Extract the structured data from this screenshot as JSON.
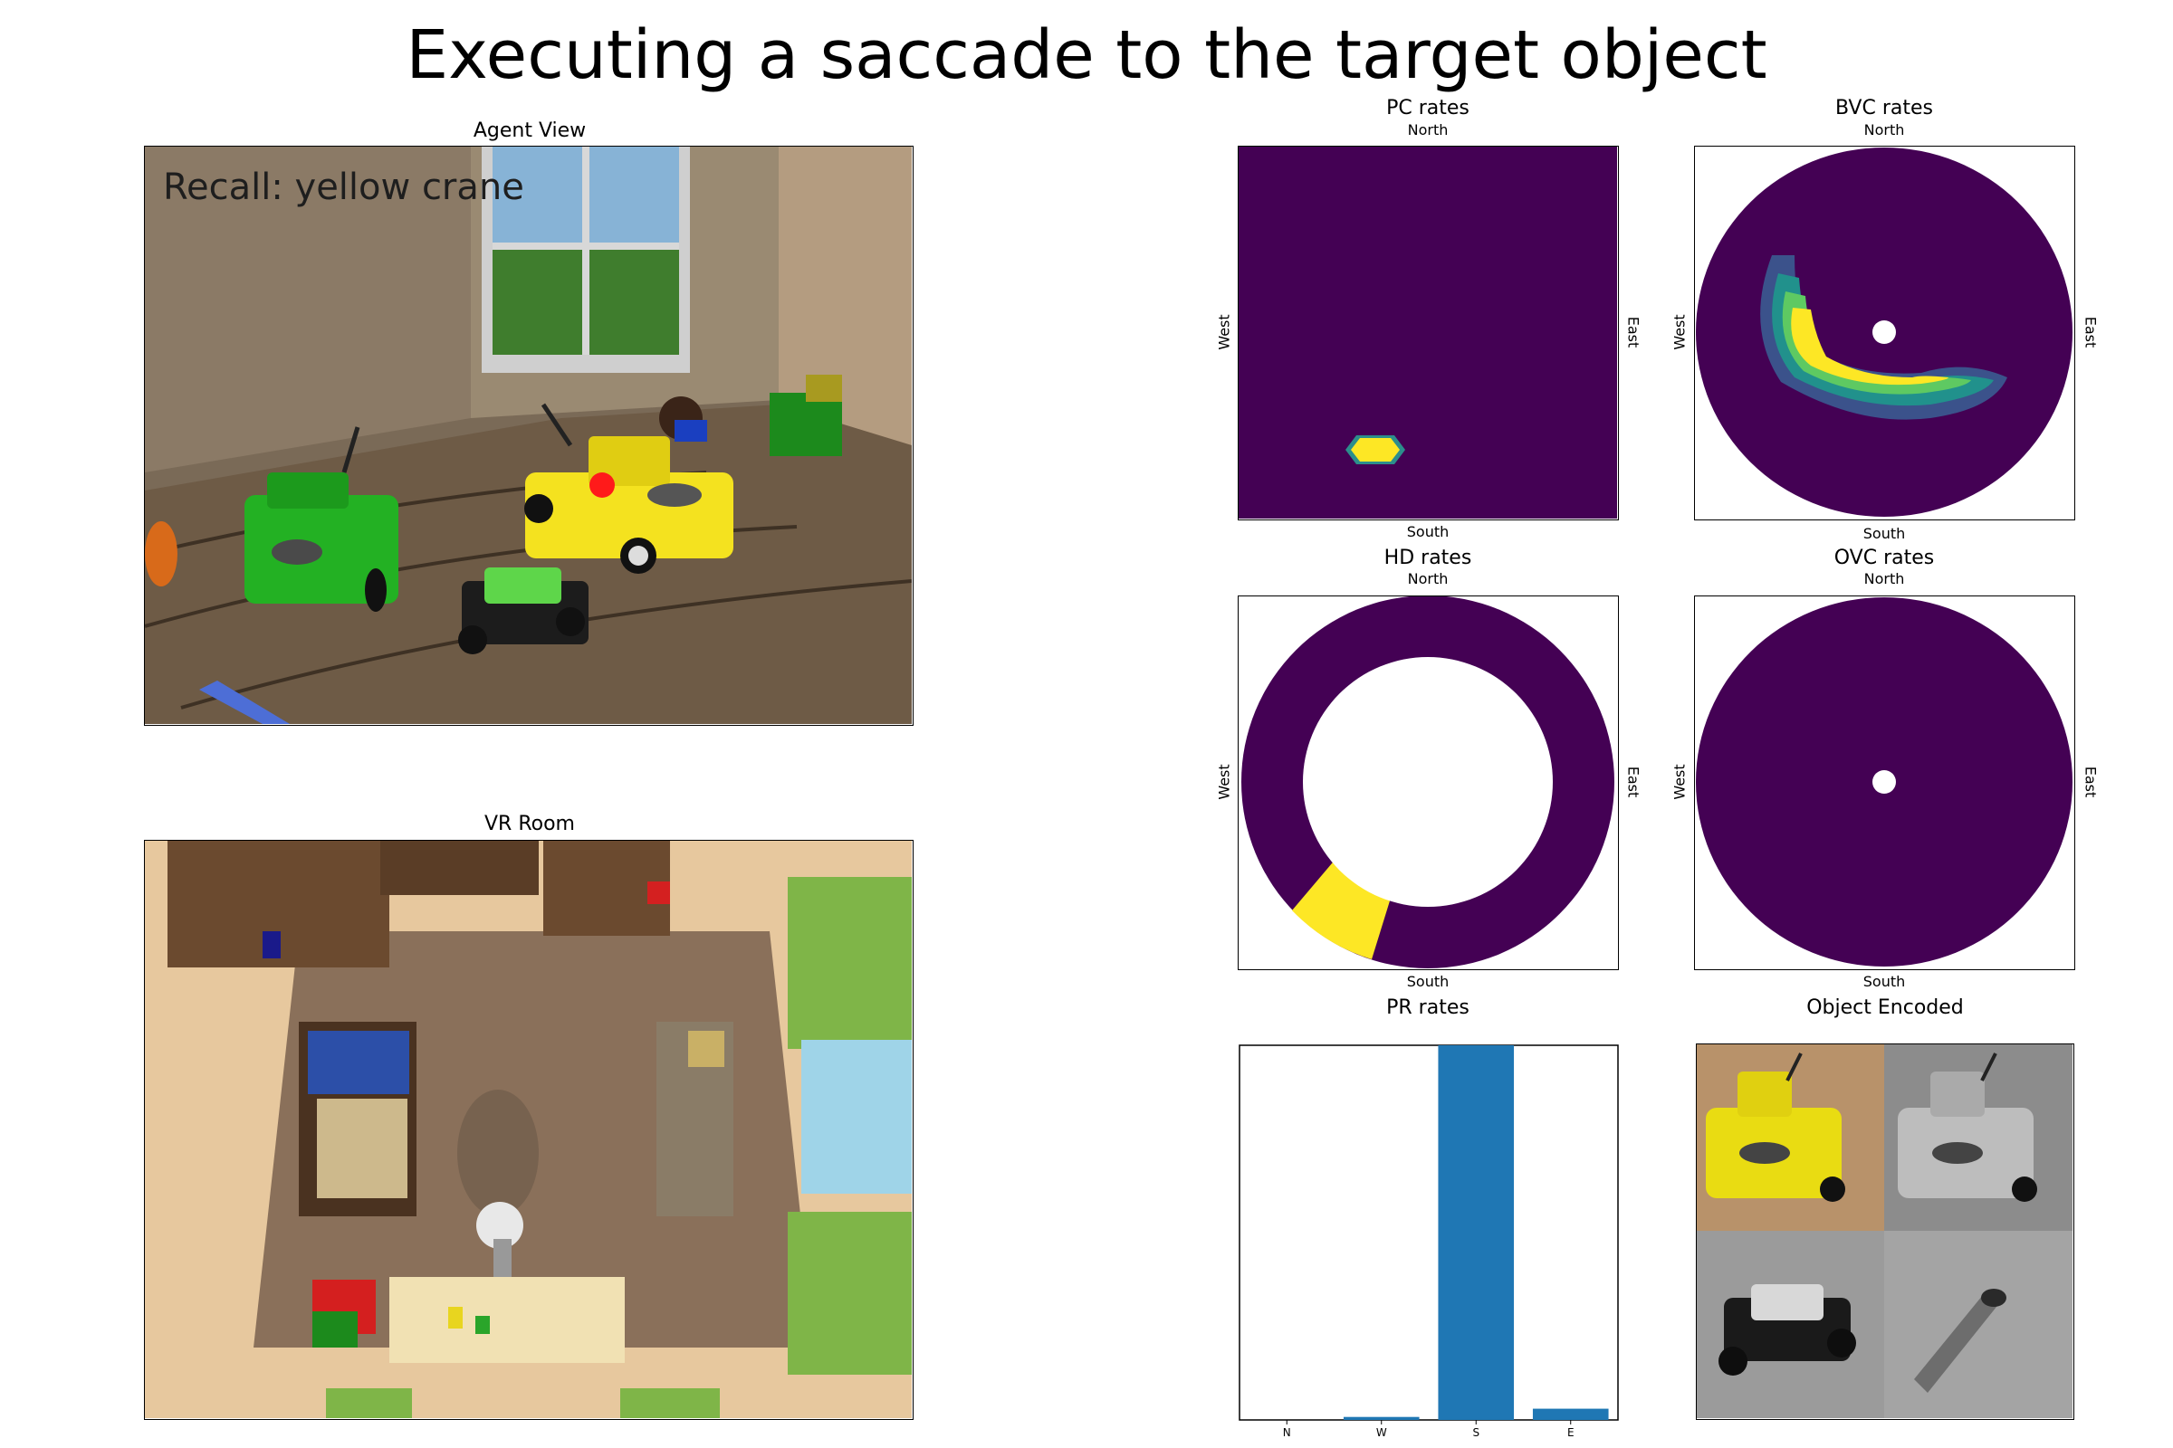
{
  "figure": {
    "title": "Executing a saccade to the target object"
  },
  "agent_view": {
    "title": "Agent View",
    "overlay_text": "Recall: yellow crane"
  },
  "vr_room": {
    "title": "VR Room"
  },
  "compass": {
    "north": "North",
    "south": "South",
    "west": "West",
    "east": "East"
  },
  "panels": {
    "pc": {
      "title": "PC rates"
    },
    "bvc": {
      "title": "BVC rates"
    },
    "hd": {
      "title": "HD rates"
    },
    "ovc": {
      "title": "OVC rates"
    },
    "pr": {
      "title": "PR rates"
    },
    "object": {
      "title": "Object Encoded"
    }
  },
  "colors": {
    "viridis_dark": "#440154",
    "viridis_yellow": "#fde725",
    "bar_blue": "#1f77b4"
  },
  "chart_data": {
    "type": "bar",
    "title": "PR rates",
    "categories": [
      "N",
      "W",
      "S",
      "E"
    ],
    "values": [
      0.0,
      0.008,
      1.0,
      0.03
    ],
    "ylim": [
      0,
      1.0
    ],
    "grid": false
  }
}
